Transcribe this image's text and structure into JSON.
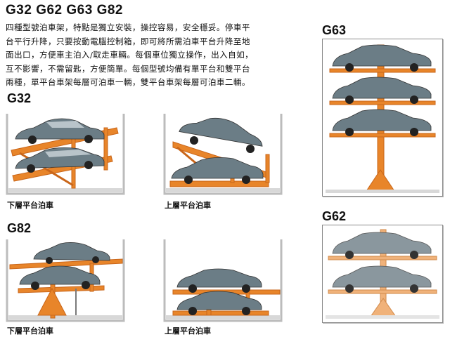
{
  "heading": "G32  G62  G63  G82",
  "intro_lines": [
    "四種型號泊車架，特點是獨立安裝，操控容易，安全穩妥。停車平",
    "台平行升降，只要按動電腦控制箱，即可將所需泊車平台升降至地",
    "面出口，方便車主泊入/取走車輛。每個車位獨立操作，出入自如，",
    "互不影響，不需留匙，方便簡單。每個型號均備有單平台和雙平台",
    "兩種，單平台車架每層可泊車一輛，雙平台車架每層可泊車二輛。"
  ],
  "sections": {
    "g32": "G32",
    "g82": "G82",
    "g63": "G63",
    "g62": "G62"
  },
  "captions": {
    "lower": "下層平台泊車",
    "upper": "上層平台泊車"
  },
  "colors": {
    "steel": "#e8852a",
    "steel_dark": "#c9661a",
    "car_body": "#6b7d86",
    "car_light": "#b9c4ca",
    "pit": "#bfbfbf",
    "frame": "#8a8a8a"
  }
}
